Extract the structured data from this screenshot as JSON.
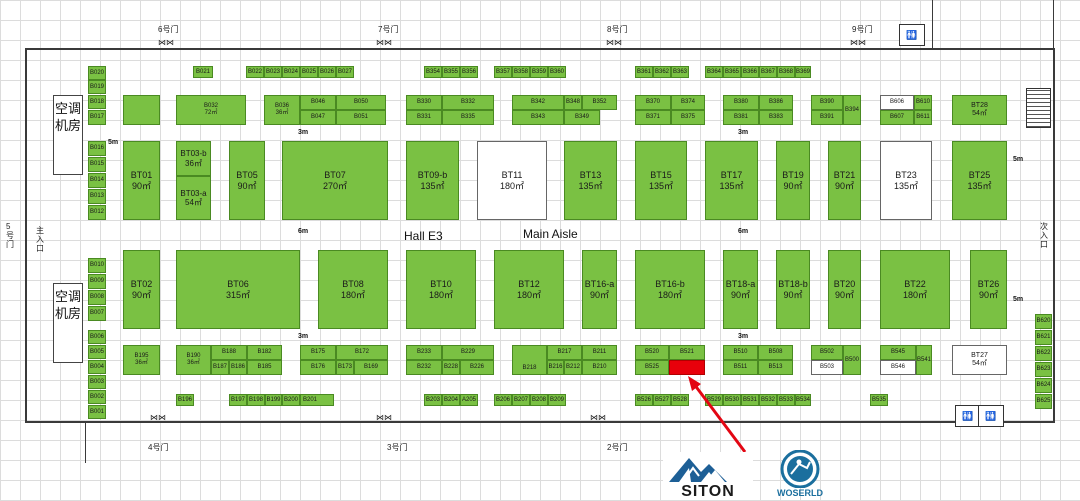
{
  "hall": {
    "name": "Hall E3",
    "aisle": "Main Aisle"
  },
  "doors": {
    "d6": "6号门",
    "d7": "7号门",
    "d8": "8号门",
    "d9": "9号门",
    "d5": "5号门",
    "d4": "4号门",
    "d3": "3号门",
    "d2": "2号门",
    "side_entrance": "次入口",
    "main_entrance": "主入口"
  },
  "ac_rooms": {
    "top": "空调机房",
    "bottom": "空调机房"
  },
  "aisle_widths": {
    "w3": "3m",
    "w6": "6m",
    "w5": "5m"
  },
  "logos": {
    "siton": "SITON",
    "woserld": "WOSERLD"
  },
  "booths": {
    "B021": "B021",
    "B022": "B022",
    "B023": "B023",
    "B024": "B024",
    "B025": "B025",
    "B026": "B026",
    "B027": "B027",
    "B354": "B354",
    "B355": "B355",
    "B356": "B356",
    "B357": "B357",
    "B358": "B358",
    "B359": "B359",
    "B360": "B360",
    "B361": "B361",
    "B362": "B362",
    "B363": "B363",
    "B364": "B364",
    "B365": "B365",
    "B366": "B366",
    "B367": "B367",
    "B368": "B368",
    "B369": "B369",
    "B020": "B020",
    "B019": "B019",
    "B018": "B018",
    "B017": "B017",
    "B016": "B016",
    "B015": "B015",
    "B014": "B014",
    "B013": "B013",
    "B012": "B012",
    "B010": "B010",
    "B009": "B009",
    "B008": "B008",
    "B007": "B007",
    "B006": "B006",
    "B005": "B005",
    "B004": "B004",
    "B003": "B003",
    "B002": "B002",
    "B001": "B001",
    "B032": "B032",
    "B032a": "72㎡",
    "B036": "B036",
    "B036a": "36㎡",
    "B046": "B046",
    "B047": "B047",
    "B050": "B050",
    "B051": "B051",
    "B330": "B330",
    "B331": "B331",
    "B332": "B332",
    "B335": "B335",
    "B342": "B342",
    "B343": "B343",
    "B348": "B348",
    "B349": "B349",
    "B352": "B352",
    "B370": "B370",
    "B371": "B371",
    "B374": "B374",
    "B375": "B375",
    "B380": "B380",
    "B381": "B381",
    "B386": "B386",
    "B383": "B383",
    "B390": "B390",
    "B391": "B391",
    "B394": "B394",
    "B606": "B606",
    "B607": "B607",
    "B610": "B610",
    "B611": "B611",
    "BT28": "BT28",
    "BT28a": "54㎡",
    "BT01": "BT01",
    "BT01a": "90㎡",
    "BT03b": "BT03-b",
    "BT03ba": "36㎡",
    "BT03a": "BT03-a",
    "BT03aa": "54㎡",
    "BT05": "BT05",
    "BT05a": "90㎡",
    "BT07": "BT07",
    "BT07a": "270㎡",
    "BT09b": "BT09-b",
    "BT09ba": "135㎡",
    "BT11": "BT11",
    "BT11a": "180㎡",
    "BT13": "BT13",
    "BT13a": "135㎡",
    "BT15": "BT15",
    "BT15a": "135㎡",
    "BT17": "BT17",
    "BT17a": "135㎡",
    "BT19": "BT19",
    "BT19a": "90㎡",
    "BT21": "BT21",
    "BT21a": "90㎡",
    "BT23": "BT23",
    "BT23a": "135㎡",
    "BT25": "BT25",
    "BT25a": "135㎡",
    "BT02": "BT02",
    "BT02a": "90㎡",
    "BT06": "BT06",
    "BT06a": "315㎡",
    "BT08": "BT08",
    "BT08a": "180㎡",
    "BT10": "BT10",
    "BT10a": "180㎡",
    "BT12": "BT12",
    "BT12a": "180㎡",
    "BT16a": "BT16-a",
    "BT16aa": "90㎡",
    "BT16b": "BT16-b",
    "BT16ba": "180㎡",
    "BT18a": "BT18-a",
    "BT18aa": "90㎡",
    "BT18b": "BT18-b",
    "BT18ba": "90㎡",
    "BT20": "BT20",
    "BT20a": "90㎡",
    "BT22": "BT22",
    "BT22a": "180㎡",
    "BT26": "BT26",
    "BT26a": "90㎡",
    "B195": "B195",
    "B195a": "36㎡",
    "B190": "B190",
    "B190a": "36㎡",
    "B188": "B188",
    "B182": "B182",
    "B187": "B187",
    "B186": "B186",
    "B185": "B185",
    "B175": "B175",
    "B176": "B176",
    "B172": "B172",
    "B173": "B173",
    "B169": "B169",
    "B233": "B233",
    "B229": "B229",
    "B232": "B232",
    "B228": "B228",
    "B226": "B226",
    "B217": "B217",
    "B218": "B218",
    "B216": "B216",
    "B212": "B212",
    "B211": "B211",
    "B210": "B210",
    "B520": "B520",
    "B521": "B521",
    "B525": "B525",
    "B510": "B510",
    "B508": "B508",
    "B511": "B511",
    "B513": "B513",
    "B502": "B502",
    "B503": "B503",
    "B500": "B500",
    "B545": "B545",
    "B546": "B546",
    "B541": "B541",
    "BT27": "BT27",
    "BT27a": "54㎡",
    "B620": "B620",
    "B621": "B621",
    "B622": "B622",
    "B623": "B623",
    "B624": "B624",
    "B625": "B625",
    "B196": "B196",
    "B197": "B197",
    "B198": "B198",
    "B199": "B199",
    "B200": "B200",
    "B201": "B201",
    "B203": "B203",
    "B204": "B204",
    "A205": "A205",
    "B206": "B206",
    "B207": "B207",
    "B208": "B208",
    "B209": "B209",
    "B526": "B526",
    "B527": "B527",
    "B528": "B528",
    "B529": "B529",
    "B530": "B530",
    "B531": "B531",
    "B532": "B532",
    "B533": "B533",
    "B534": "B534",
    "B535": "B535"
  },
  "colors": {
    "booth": "#7ac143",
    "highlight": "#e8000b",
    "arrow": "#e30613",
    "siton_blue": "#1d5f96",
    "woserld_blue": "#1b6f9e"
  }
}
